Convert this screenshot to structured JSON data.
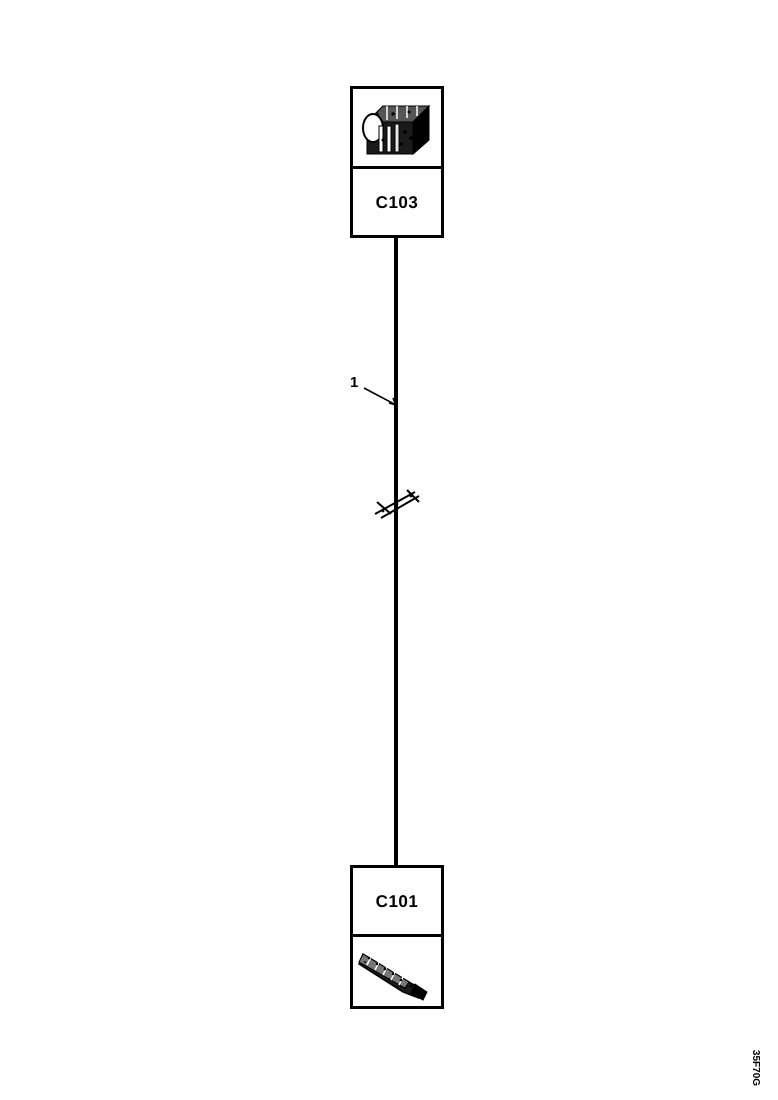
{
  "diagram": {
    "type": "wiring-diagram",
    "background_color": "#ffffff",
    "line_color": "#000000",
    "connectors": [
      {
        "id": "connector-top",
        "label": "C103",
        "image_name": "multi-pin-connector-photo",
        "position": "top"
      },
      {
        "id": "connector-bottom",
        "label": "C101",
        "image_name": "terminal-connector-photo",
        "position": "bottom"
      }
    ],
    "wires": [
      {
        "id": "wire-1",
        "number": "1",
        "from": "C103",
        "to": "C101",
        "has_break_symbol": true
      }
    ],
    "reference_code": "35F70G"
  }
}
